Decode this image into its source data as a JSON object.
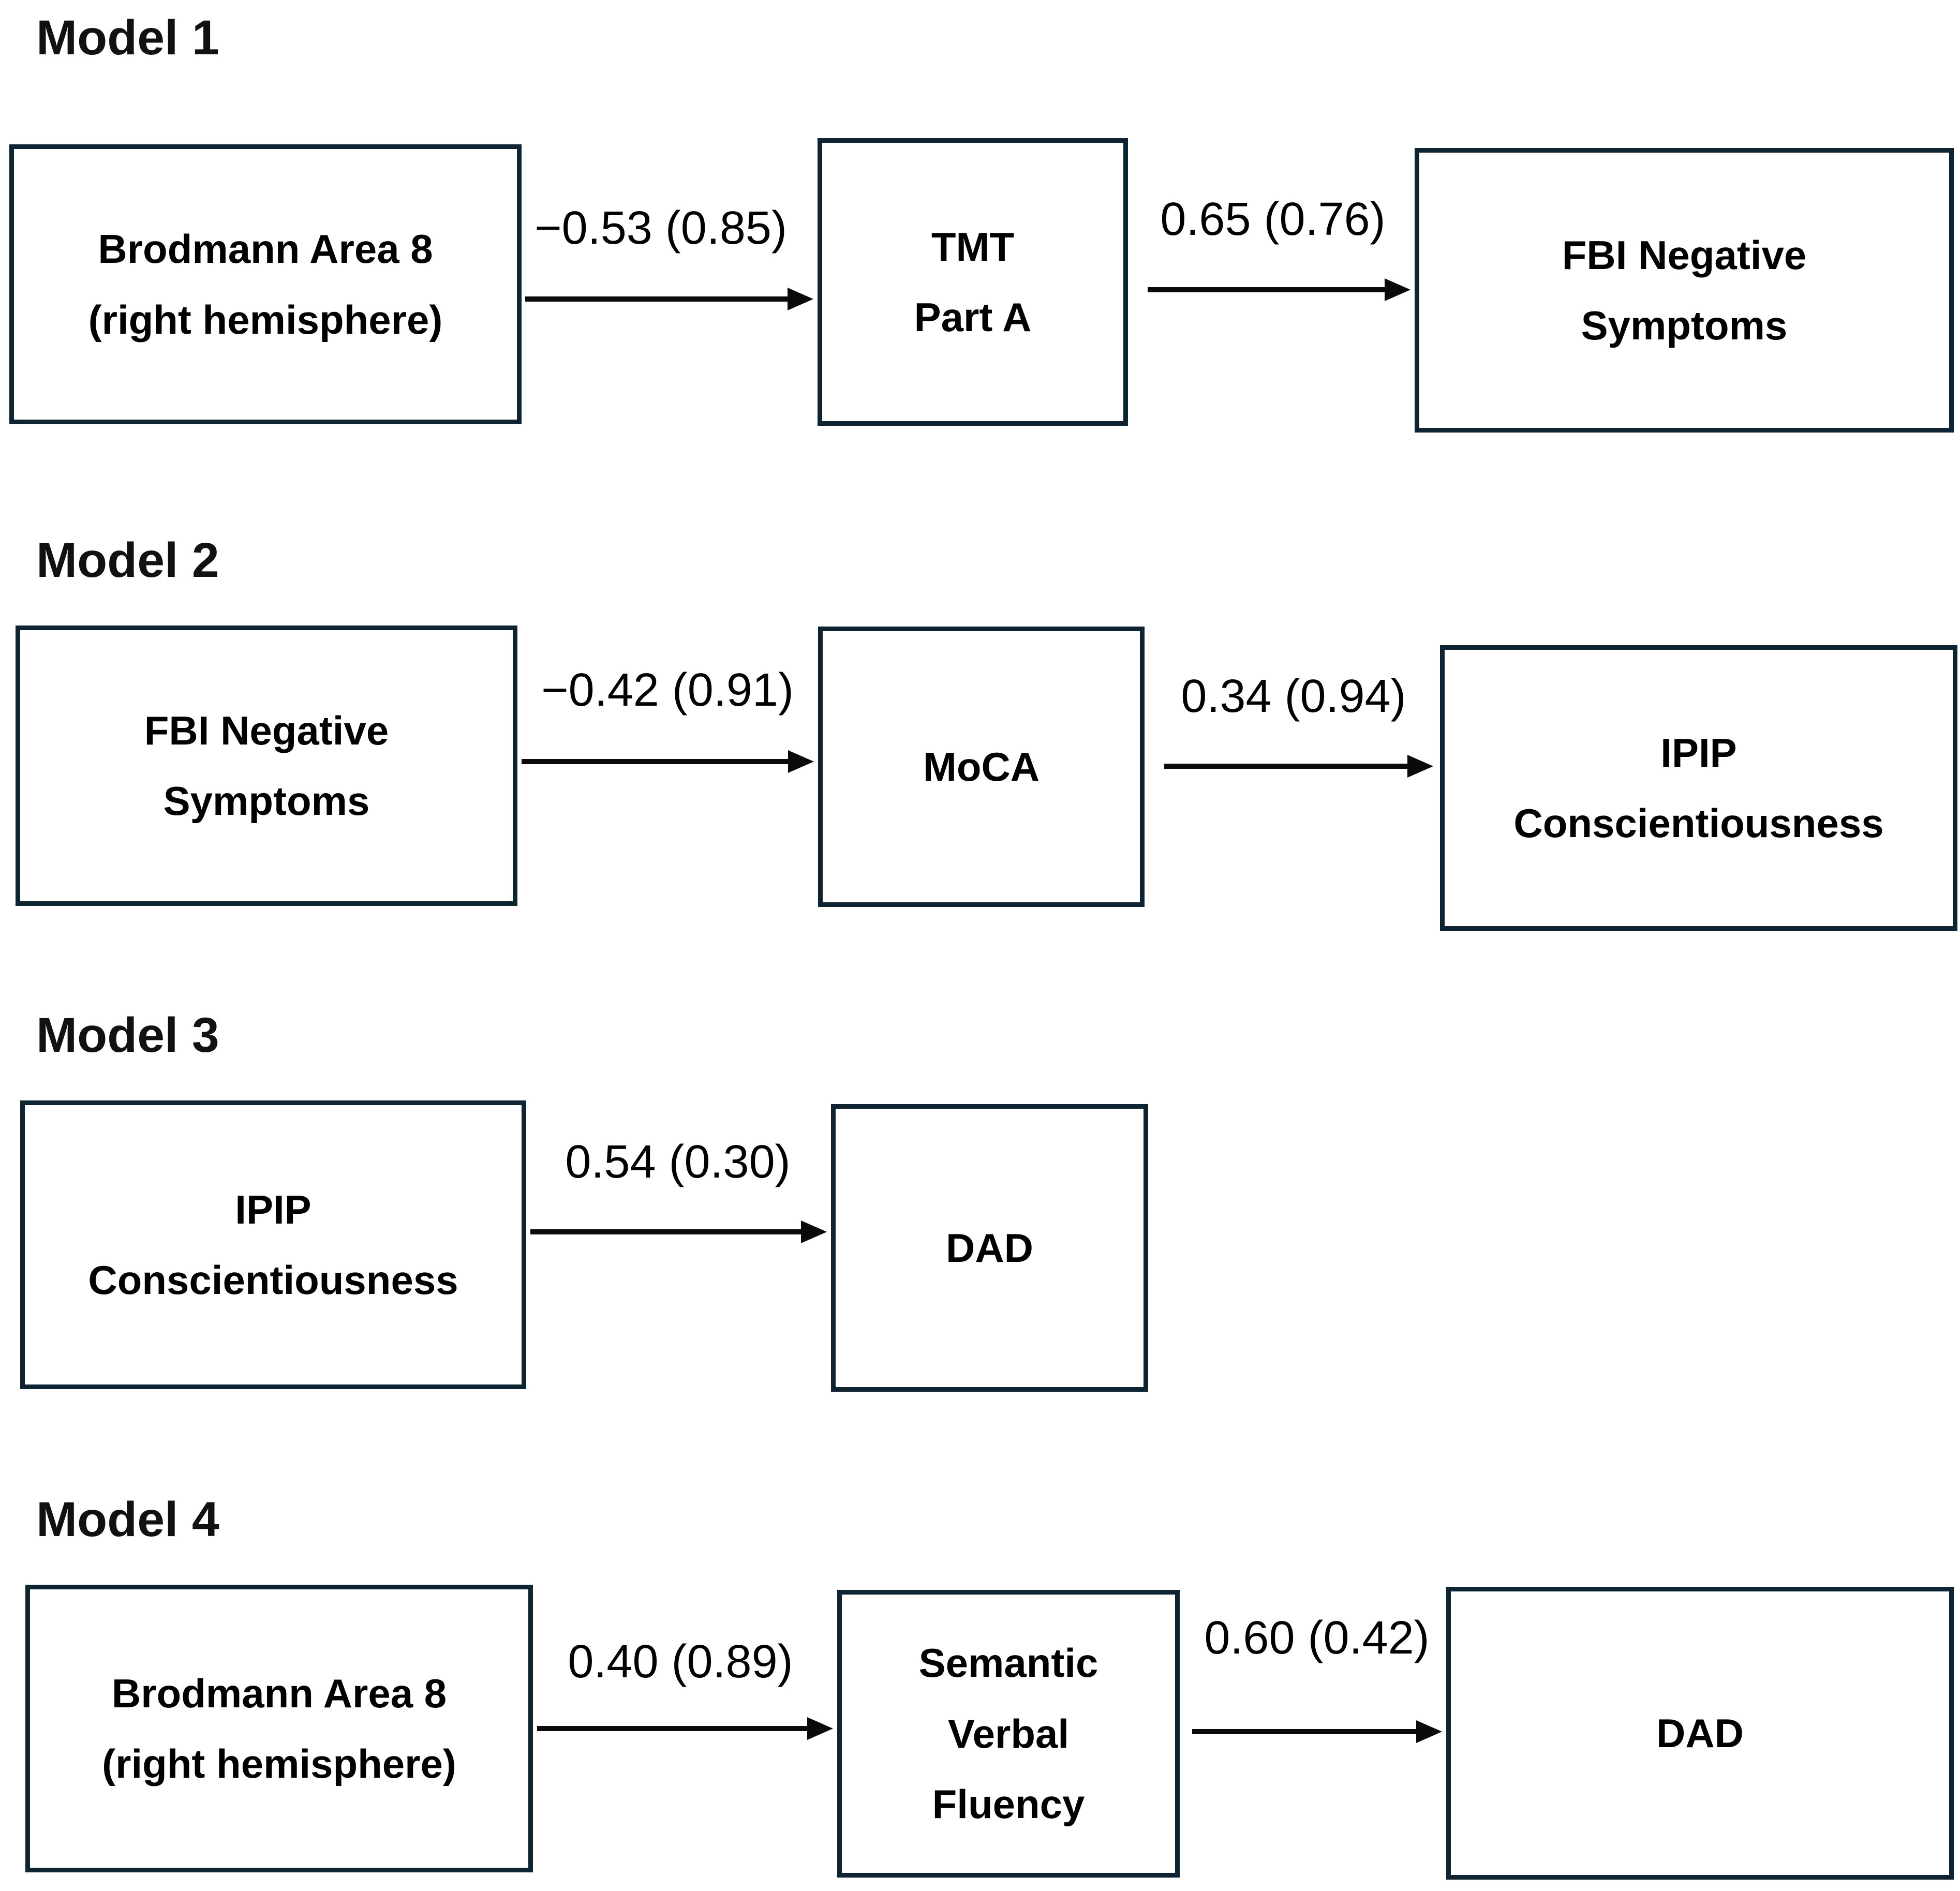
{
  "figure": {
    "background": "#ffffff",
    "colors": {
      "box_border": "#0e2433",
      "box_text": "#000000",
      "title_text": "#111111",
      "arrow": "#0a0a0a"
    },
    "models": [
      {
        "title": "Model 1",
        "boxes": [
          {
            "id": "brodmann-area-8",
            "lines": [
              "Brodmann Area 8",
              "(right hemisphere)"
            ]
          },
          {
            "id": "tmt-part-a",
            "lines": [
              "TMT",
              "Part A"
            ]
          },
          {
            "id": "fbi-negative-symptoms",
            "lines": [
              "FBI Negative",
              "Symptoms"
            ]
          }
        ],
        "paths": [
          {
            "from": "Brodmann Area 8 (right hemisphere)",
            "to": "TMT Part A",
            "label": "−0.53 (0.85)"
          },
          {
            "from": "TMT Part A",
            "to": "FBI Negative Symptoms",
            "label": "0.65 (0.76)"
          }
        ]
      },
      {
        "title": "Model 2",
        "boxes": [
          {
            "id": "fbi-negative-symptoms",
            "lines": [
              "FBI Negative",
              "Symptoms"
            ]
          },
          {
            "id": "moca",
            "lines": [
              "MoCA"
            ]
          },
          {
            "id": "ipip-conscientiousness",
            "lines": [
              "IPIP",
              "Conscientiousness"
            ]
          }
        ],
        "paths": [
          {
            "from": "FBI Negative Symptoms",
            "to": "MoCA",
            "label": "−0.42 (0.91)"
          },
          {
            "from": "MoCA",
            "to": "IPIP Conscientiousness",
            "label": "0.34 (0.94)"
          }
        ]
      },
      {
        "title": "Model 3",
        "boxes": [
          {
            "id": "ipip-conscientiousness",
            "lines": [
              "IPIP",
              "Conscientiousness"
            ]
          },
          {
            "id": "dad",
            "lines": [
              "DAD"
            ]
          }
        ],
        "paths": [
          {
            "from": "IPIP Conscientiousness",
            "to": "DAD",
            "label": "0.54 (0.30)"
          }
        ]
      },
      {
        "title": "Model 4",
        "boxes": [
          {
            "id": "brodmann-area-8",
            "lines": [
              "Brodmann Area 8",
              "(right hemisphere)"
            ]
          },
          {
            "id": "semantic-verbal-fluency",
            "lines": [
              "Semantic",
              "Verbal",
              "Fluency"
            ]
          },
          {
            "id": "dad",
            "lines": [
              "DAD"
            ]
          }
        ],
        "paths": [
          {
            "from": "Brodmann Area 8 (right hemisphere)",
            "to": "Semantic Verbal Fluency",
            "label": "0.40 (0.89)"
          },
          {
            "from": "Semantic Verbal Fluency",
            "to": "DAD",
            "label": "0.60 (0.42)"
          }
        ]
      }
    ]
  }
}
